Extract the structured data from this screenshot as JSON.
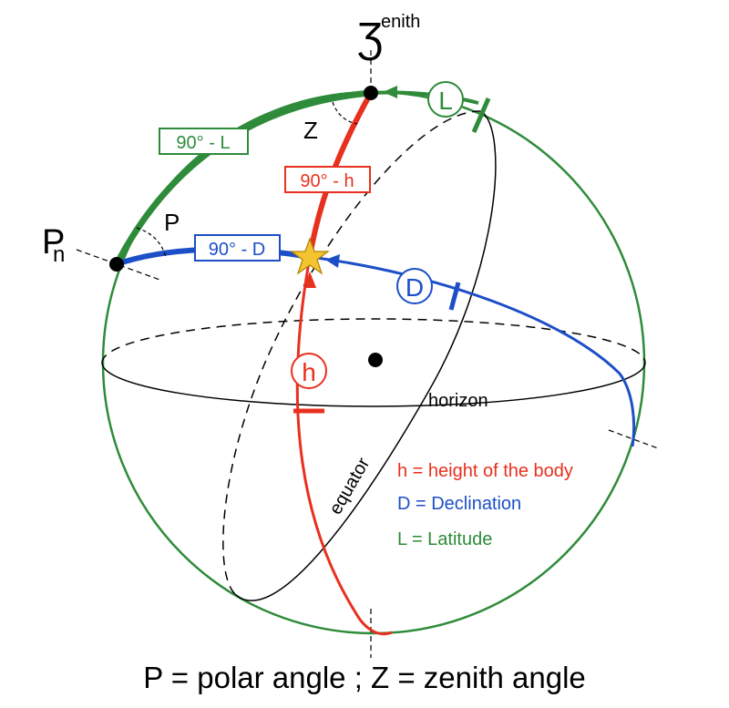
{
  "colors": {
    "sphere": "#2e8b3a",
    "latitude": "#2e8b3a",
    "declination": "#1c4fc7",
    "height": "#e8301e",
    "text": "#000000",
    "star": "#f4c430"
  },
  "labels": {
    "zenith_symbol": "Ʒ",
    "zenith_word": "enith",
    "pole_main": "P",
    "pole_sub": "n",
    "polar_angle": "P",
    "zenith_angle": "Z",
    "box_latitude": "90° - L",
    "box_height": "90° - h",
    "box_declination": "90° - D",
    "circle_latitude": "L",
    "circle_declination": "D",
    "circle_height": "h",
    "horizon": "horizon",
    "equator": "equator"
  },
  "legend": {
    "height": "h = height of the body",
    "declination": "D = Declination",
    "latitude": "L = Latitude"
  },
  "caption": "P = polar angle ; Z = zenith angle"
}
